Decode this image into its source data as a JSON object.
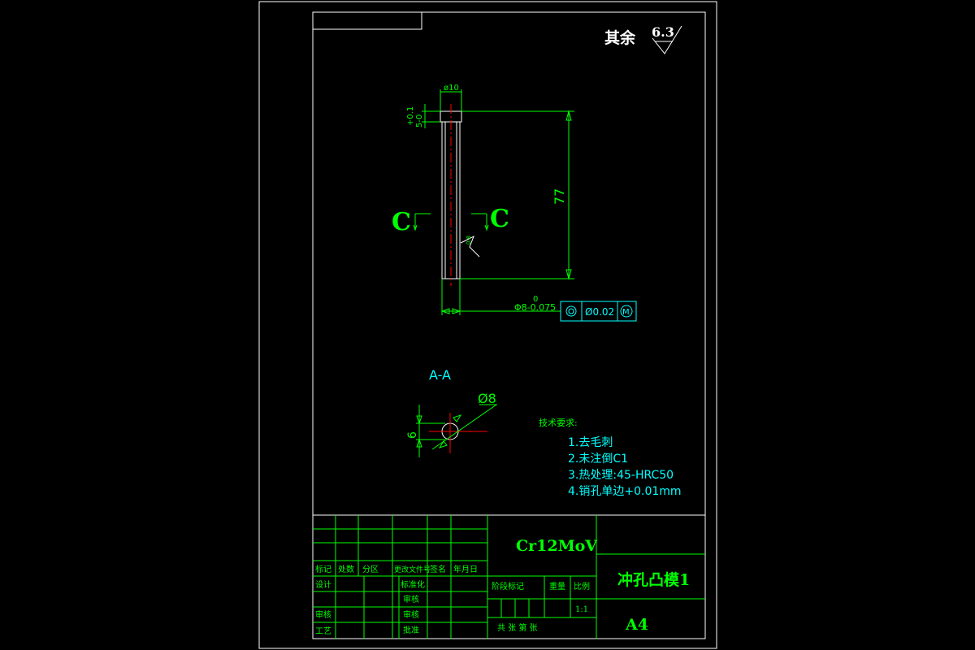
{
  "roughness": {
    "prefix": "其余",
    "value": "6.3"
  },
  "dims": {
    "top_dia": "ø10",
    "head_tol": "+0.1",
    "head_h": "5-0",
    "length": "77",
    "shaft_tol_top": "0",
    "shaft_dia": "Φ8-0.075",
    "finish_mark": "0.8",
    "section_dia": "Ø8",
    "section_width": "6"
  },
  "tolerance_frame": {
    "symbol": "◎",
    "value": "Ø0.02",
    "modifier": "M"
  },
  "section_labels": {
    "left": "C",
    "right": "C",
    "aa": "A-A"
  },
  "tech": {
    "title": "技术要求:",
    "items": [
      "1.去毛刺",
      "2.未注倒C1",
      "3.热处理:45-HRC50",
      "4.销孔单边+0.01mm"
    ]
  },
  "title_block": {
    "material": "Cr12MoV",
    "part_name": "冲孔凸模1",
    "size": "A4",
    "scale": "1:1",
    "hdr": [
      "标记",
      "处数",
      "分区",
      "更改文件号",
      "签名",
      "年月日"
    ],
    "rows": [
      "设计",
      "审核",
      "工艺"
    ],
    "mid": [
      "标准化",
      "审核",
      "审核",
      "批准"
    ],
    "stage": "阶段标记",
    "weight": "重量",
    "ratio": "比例",
    "sheets": "共  张  第  张"
  }
}
